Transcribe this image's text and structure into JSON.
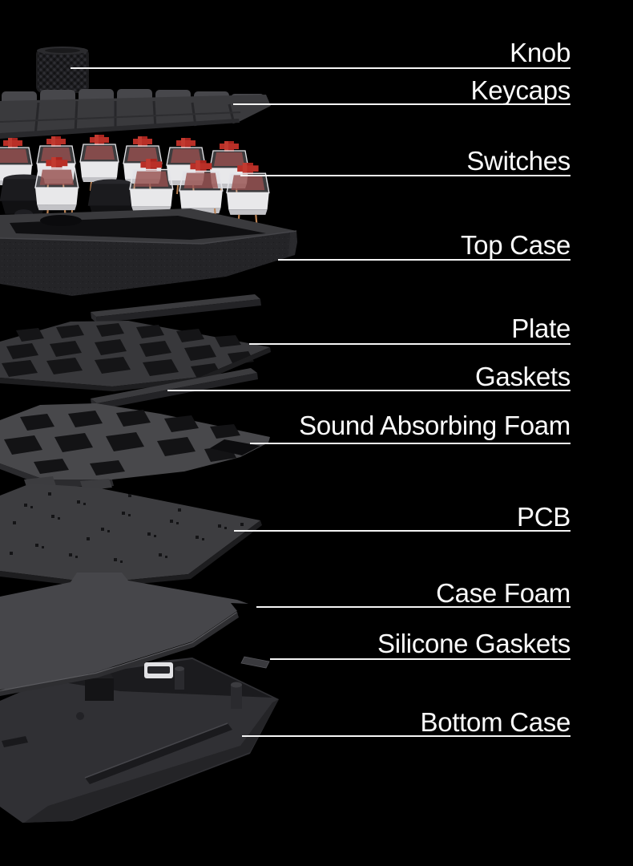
{
  "colors": {
    "background": "#000000",
    "label_text": "#fafafa",
    "leader_line": "#f5f5f5",
    "switch_stem_red": "#a8251f",
    "switch_base_white": "#e8e8ea",
    "case_dark_gray": "#303033"
  },
  "diagram": {
    "type": "exploded-view",
    "labels": [
      {
        "text": "Knob"
      },
      {
        "text": "Keycaps"
      },
      {
        "text": "Switches"
      },
      {
        "text": "Top Case"
      },
      {
        "text": "Plate"
      },
      {
        "text": "Gaskets"
      },
      {
        "text": "Sound Absorbing Foam"
      },
      {
        "text": "PCB"
      },
      {
        "text": "Case Foam"
      },
      {
        "text": "Silicone Gaskets"
      },
      {
        "text": "Bottom Case"
      }
    ]
  }
}
